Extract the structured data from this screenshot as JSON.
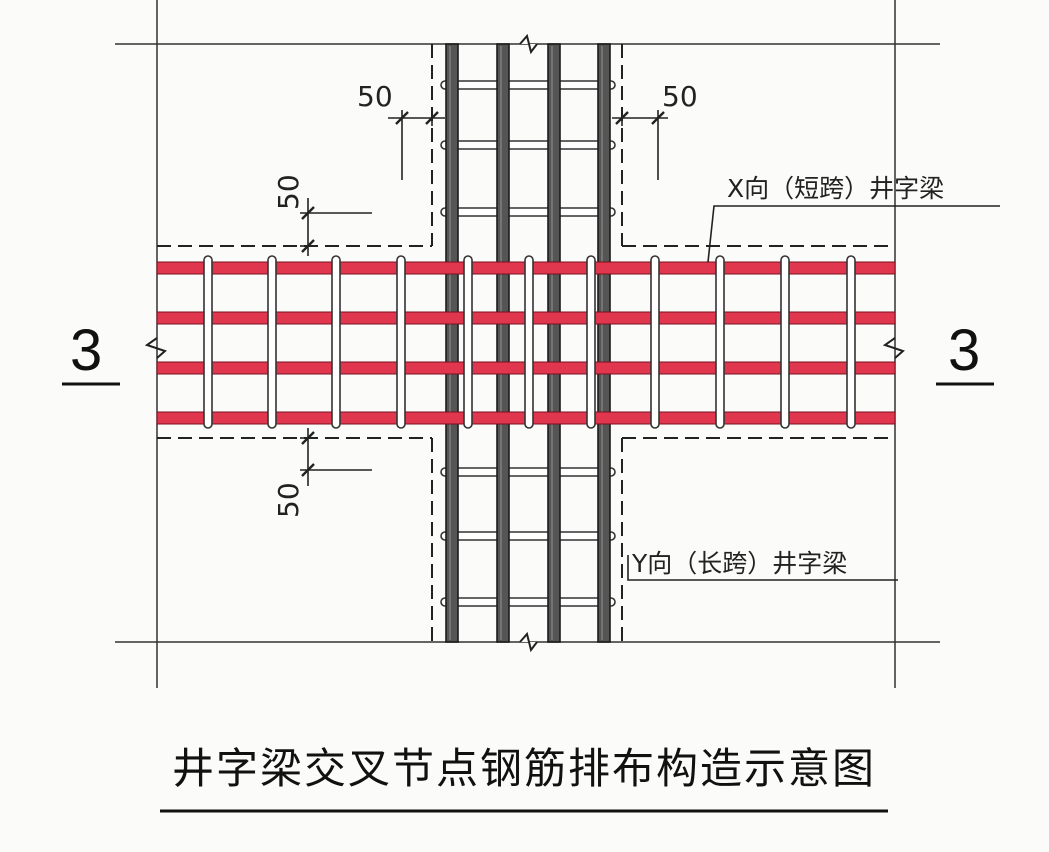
{
  "title": "井字梁交叉节点钢筋排布构造示意图",
  "section_marks": {
    "left": "3",
    "right": "3"
  },
  "dimensions": {
    "top_left": "50",
    "top_right": "50",
    "side_upper": "50",
    "side_lower": "50"
  },
  "labels": {
    "x_beam": "X向（短跨）井字梁",
    "y_beam": "Y向（长跨）井字梁"
  },
  "colors": {
    "x_rebar": "#e0364e",
    "y_rebar": "#555555",
    "stirrup": "#ffffff",
    "line": "#222222"
  }
}
